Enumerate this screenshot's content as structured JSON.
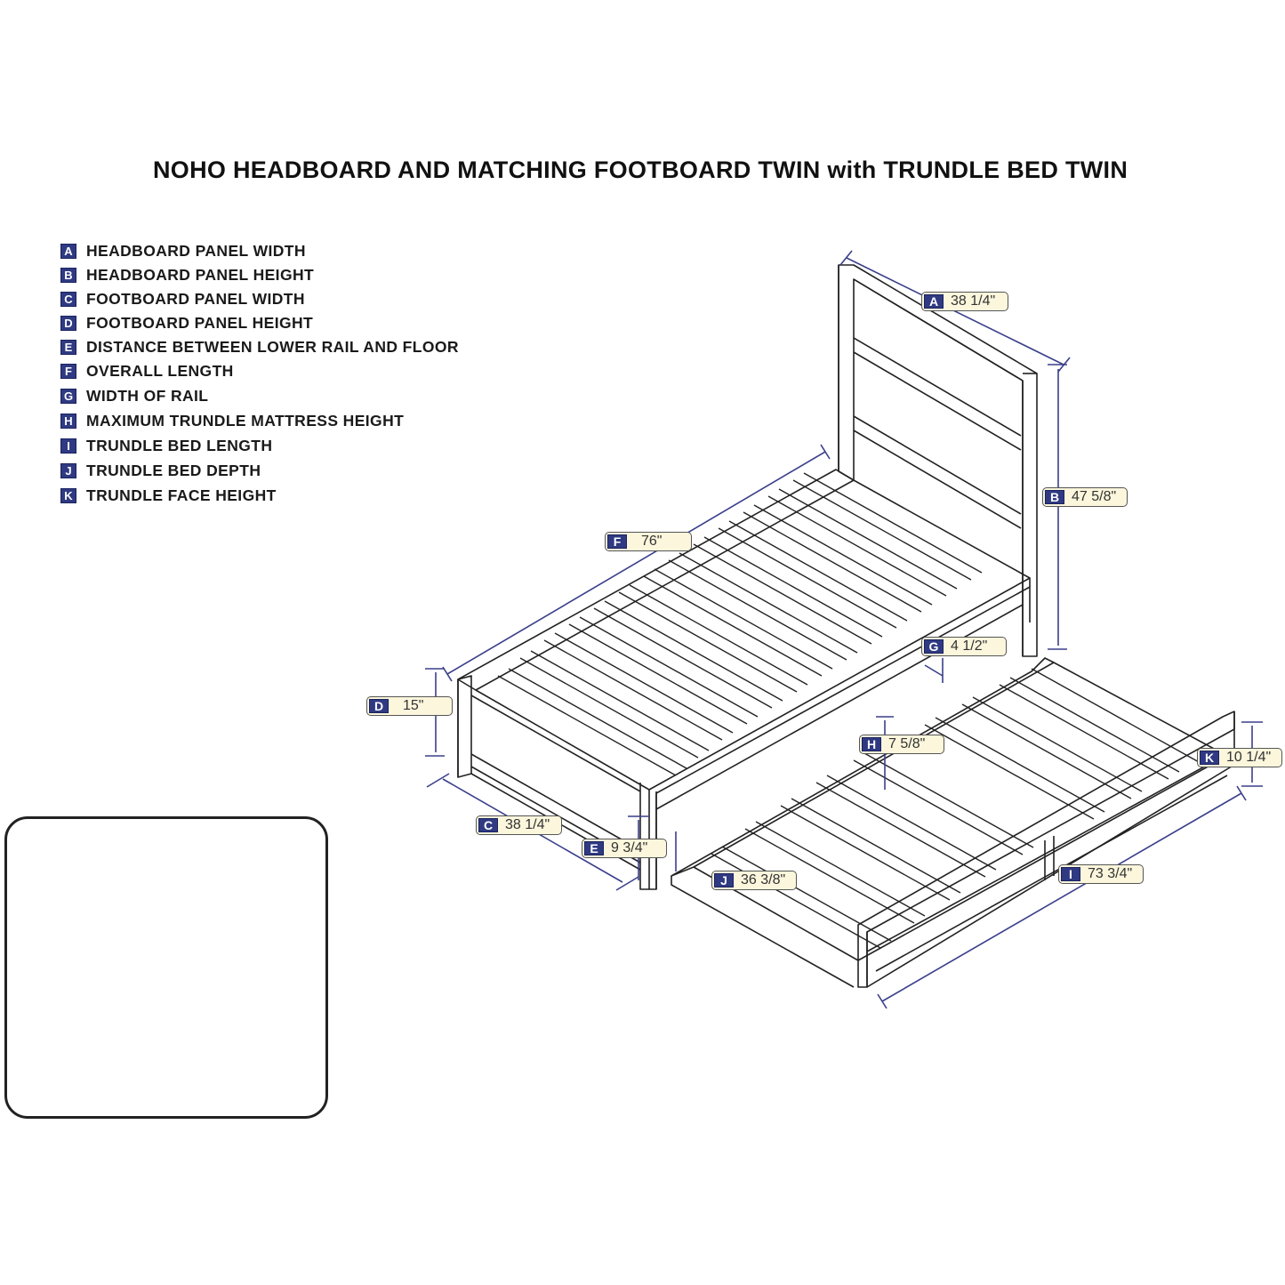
{
  "title": {
    "part1": "NOHO HEADBOARD AND MATCHING FOOTBOARD TWIN",
    "part2": "with",
    "part3": "TRUNDLE BED TWIN"
  },
  "legend": [
    {
      "letter": "A",
      "label": "HEADBOARD PANEL WIDTH"
    },
    {
      "letter": "B",
      "label": "HEADBOARD PANEL HEIGHT"
    },
    {
      "letter": "C",
      "label": "FOOTBOARD PANEL WIDTH"
    },
    {
      "letter": "D",
      "label": "FOOTBOARD PANEL HEIGHT"
    },
    {
      "letter": "E",
      "label": "DISTANCE BETWEEN LOWER RAIL AND FLOOR"
    },
    {
      "letter": "F",
      "label": "OVERALL LENGTH"
    },
    {
      "letter": "G",
      "label": "WIDTH OF RAIL"
    },
    {
      "letter": "H",
      "label": "MAXIMUM TRUNDLE MATTRESS HEIGHT"
    },
    {
      "letter": "I",
      "label": "TRUNDLE BED LENGTH"
    },
    {
      "letter": "J",
      "label": "TRUNDLE BED DEPTH"
    },
    {
      "letter": "K",
      "label": "TRUNDLE FACE HEIGHT"
    }
  ],
  "dimensions": {
    "A": {
      "letter": "A",
      "value": "38 1/4\""
    },
    "B": {
      "letter": "B",
      "value": "47 5/8\""
    },
    "C": {
      "letter": "C",
      "value": "38 1/4\""
    },
    "D": {
      "letter": "D",
      "value": "15\""
    },
    "E": {
      "letter": "E",
      "value": "9 3/4\""
    },
    "F": {
      "letter": "F",
      "value": "76\""
    },
    "G": {
      "letter": "G",
      "value": "4 1/2\""
    },
    "H": {
      "letter": "H",
      "value": "7 5/8\""
    },
    "I": {
      "letter": "I",
      "value": "73 3/4\""
    },
    "J": {
      "letter": "J",
      "value": "36 3/8\""
    },
    "K": {
      "letter": "K",
      "value": "10 1/4\""
    }
  },
  "colors": {
    "badge": "#2f3a82",
    "tag_fill": "#fbf6dc",
    "dimension_line": "#3a3f8a",
    "line_art": "#222222"
  }
}
